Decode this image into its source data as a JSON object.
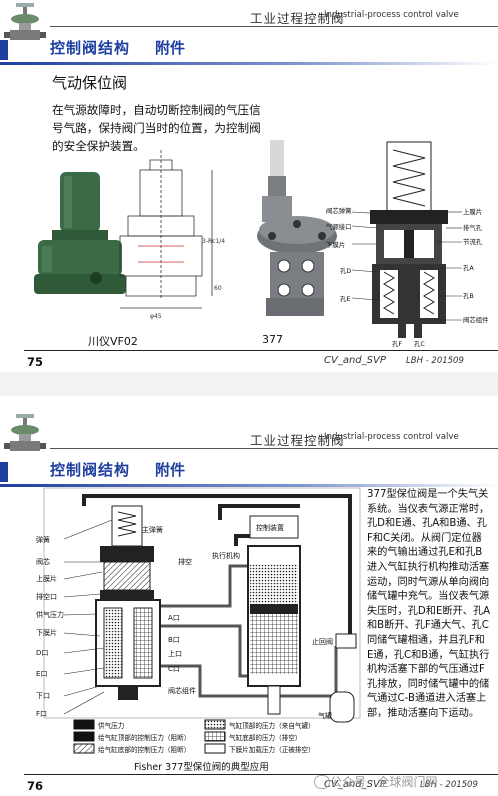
{
  "slide1": {
    "header_cn": "工业过程控制阀",
    "header_en": "Industrial-process control valve",
    "title": "控制阀结构",
    "subtitle": "附件",
    "heading": "气动保位阀",
    "description": "在气源故障时，自动切断控制阀的气压信号气路，保持阀门当时的位置，为控制阀的安全保护装置。",
    "caption_left": "川仪VF02",
    "caption_right": "377",
    "drawing_dims": {
      "d1": "3-Rc1/4",
      "d2": "60",
      "d3": "φ45"
    },
    "callouts_left": [
      "阀芯弹簧",
      "气源接口",
      "下膜片",
      "孔D",
      "孔E"
    ],
    "callouts_right": [
      "上膜片",
      "排气孔",
      "节流孔",
      "孔A",
      "孔B",
      "阀芯组件"
    ],
    "callouts_bottom": [
      "孔F",
      "孔C"
    ],
    "footer_num": "75",
    "footer_mid": "CV_and_SVP",
    "footer_right": "LBH - 201509"
  },
  "slide2": {
    "header_cn": "工业过程控制阀",
    "header_en": "Industrial-process control valve",
    "title": "控制阀结构",
    "subtitle": "附件",
    "labels_left": [
      "弹簧",
      "阀芯",
      "上膜片",
      "排空口",
      "供气压力",
      "下膜片",
      "D口",
      "E口",
      "下口",
      "F口"
    ],
    "labels_inner": [
      "主弹簧",
      "排空",
      "A口",
      "B口",
      "上口",
      "C口",
      "阀芯组件"
    ],
    "labels_right": [
      "控制装置",
      "执行机构",
      "止回阀",
      "气罐"
    ],
    "legend": [
      {
        "text": "供气压力",
        "fill": "#111"
      },
      {
        "text": "给气缸顶部的控制压力（阻断）",
        "fill": "#111"
      },
      {
        "text": "给气缸底部的控制压力（阻断）",
        "fill": "hatch"
      },
      {
        "text": "气缸顶部的压力（来自气罐）",
        "fill": "dots"
      },
      {
        "text": "气缸底部的压力（排空）",
        "fill": "grid"
      },
      {
        "text": "下膜片加载压力（正被排空）",
        "fill": "white"
      }
    ],
    "figure_caption": "Fisher 377型保位阀的典型应用",
    "description": "377型保位阀是一个失气关系统。当仪表气源正常时，孔D和E通、孔A和B通、孔F和C关闭。从阀门定位器来的气输出通过孔E和孔B进入气缸执行机构推动活塞运动，同时气源从单向阀向储气罐中充气。当仪表气源失压时，孔D和E断开、孔A和B断开、孔F通大气、孔C同储气罐相通，并且孔F和E通，孔C和B通，气缸执行机构活塞下部的气压通过F孔排放，同时储气罐中的储气通过C-B通道进入活塞上部，推动活塞向下运动。",
    "footer_num": "76",
    "footer_mid": "CV_and_SVP",
    "footer_right": "LBH - 201509",
    "watermark": "公众号 · 全球阀门网"
  },
  "colors": {
    "title_blue": "#1f3fa0",
    "valve_green": "#3a6b44",
    "valve_gray": "#8a8d92"
  }
}
